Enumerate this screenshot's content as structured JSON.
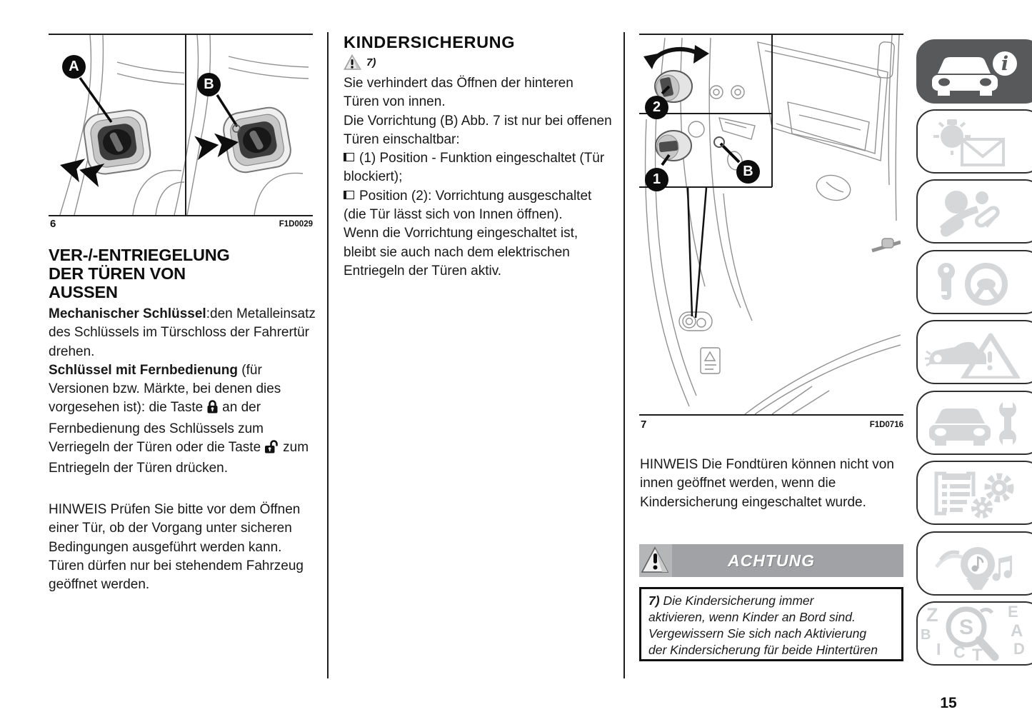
{
  "page": {
    "number": "15"
  },
  "colors": {
    "active_tab": "#58595b",
    "tab_icon": "#d6d7d8",
    "achtung_bar": "#a0a2a5",
    "achtung_icon_bg": "#b4b6b8"
  },
  "figure6": {
    "number": "6",
    "code": "F1D0029",
    "label_a": "A",
    "label_b": "B"
  },
  "left_column": {
    "heading_lines": [
      "VER-/-ENTRIEGELUNG",
      "DER TÜREN VON",
      "AUSSEN"
    ],
    "para1_bold": "Mechanischer Schlüssel",
    "para1_rest": ":den Metalleinsatz des Schlüssels im Türschloss der Fahrertür drehen.",
    "para2_bold": "Schlüssel mit Fernbedienung",
    "para2_seg1": " (für Versionen bzw. Märkte, bei denen dies vorgesehen ist): die Taste",
    "para2_seg2": "an der Fernbedienung des Schlüssels zum Verriegeln der Türen oder die Taste",
    "para2_seg3": "zum Entriegeln der Türen drücken.",
    "note": "HINWEIS Prüfen Sie bitte vor dem Öffnen einer Tür, ob der Vorgang unter sicheren Bedingungen ausgeführt werden kann. Türen dürfen nur bei stehendem Fahrzeug geöffnet werden."
  },
  "middle_column": {
    "heading": "KINDERSICHERUNG",
    "warning_ref": "7)",
    "para1": "Sie verhindert das Öffnen der hinteren Türen von innen.",
    "para2": "Die Vorrichtung (B) Abb. 7 ist nur bei offenen Türen einschaltbar:",
    "bullet1": "(1) Position - Funktion eingeschaltet (Tür blockiert);",
    "bullet2": "Position (2): Vorrichtung ausgeschaltet (die Tür lässt sich von Innen öffnen).",
    "para3": "Wenn die Vorrichtung eingeschaltet ist, bleibt sie auch nach dem elektrischen Entriegeln der Türen aktiv."
  },
  "figure7": {
    "number": "7",
    "code": "F1D0716",
    "label_1": "1",
    "label_2": "2",
    "label_b": "B"
  },
  "right_column": {
    "note": "HINWEIS Die Fondtüren können nicht von innen geöffnet werden, wenn die Kindersicherung eingeschaltet wurde.",
    "achtung_title": "ACHTUNG",
    "note_box_ref": "7)",
    "note_box_lines": [
      "Die Kindersicherung immer",
      "aktivieren, wenn Kinder an Bord sind.",
      "Vergewissern Sie sich nach Aktivierung",
      "der Kindersicherung für beide Hintertüren"
    ]
  },
  "sidebar": {
    "tabs": [
      {
        "icon": "car-info-icon",
        "active": true
      },
      {
        "icon": "warning-lights-messages-icon",
        "active": false
      },
      {
        "icon": "safety-airbag-icon",
        "active": false
      },
      {
        "icon": "starting-driving-icon",
        "active": false
      },
      {
        "icon": "emergency-icon",
        "active": false
      },
      {
        "icon": "maintenance-icon",
        "active": false
      },
      {
        "icon": "technical-data-icon",
        "active": false
      },
      {
        "icon": "multimedia-icon",
        "active": false
      },
      {
        "icon": "alphabetical-index-icon",
        "active": false
      }
    ],
    "index_letters": [
      "Z",
      "E",
      "B",
      "A",
      "I",
      "C",
      "T",
      "D"
    ]
  }
}
